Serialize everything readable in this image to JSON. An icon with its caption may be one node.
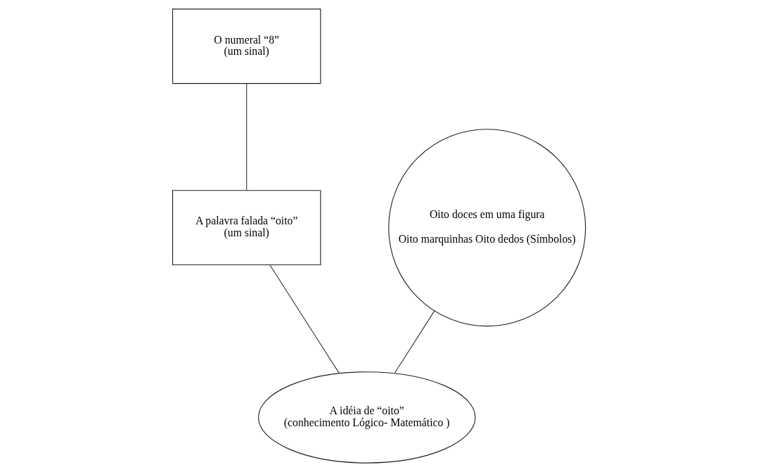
{
  "diagram": {
    "nodes": [
      {
        "text": [
          "O numeral “8”",
          "(um sinal)"
        ]
      },
      {
        "text": [
          "Oito doces em uma figura",
          "Oito marquinhas Oito dedos (Símbolos)"
        ]
      },
      {
        "text": [
          "A palavra falada “oito”",
          "(um sinal)"
        ]
      },
      {
        "text": [
          "A idéia de “oito”",
          "(conhecimento Lógico- Matemático )"
        ]
      }
    ],
    "edges": [
      {
        "from": 0,
        "to": 2,
        "arrow": "none"
      },
      {
        "from": 1,
        "to": 3,
        "arrow": "none"
      },
      {
        "from": 2,
        "to": 3,
        "arrow": "none"
      }
    ]
  }
}
